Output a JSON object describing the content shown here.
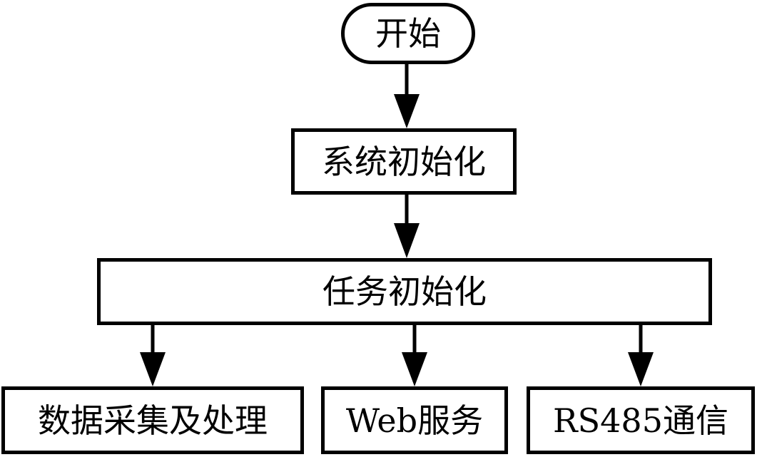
{
  "flowchart": {
    "nodes": {
      "start": "开始",
      "system_init": "系统初始化",
      "task_init": "任务初始化",
      "data_acquisition": "数据采集及处理",
      "web_service": "Web服务",
      "rs485_comm": "RS485通信"
    },
    "edges": [
      {
        "from": "start",
        "to": "system_init"
      },
      {
        "from": "system_init",
        "to": "task_init"
      },
      {
        "from": "task_init",
        "to": "data_acquisition"
      },
      {
        "from": "task_init",
        "to": "web_service"
      },
      {
        "from": "task_init",
        "to": "rs485_comm"
      }
    ]
  }
}
